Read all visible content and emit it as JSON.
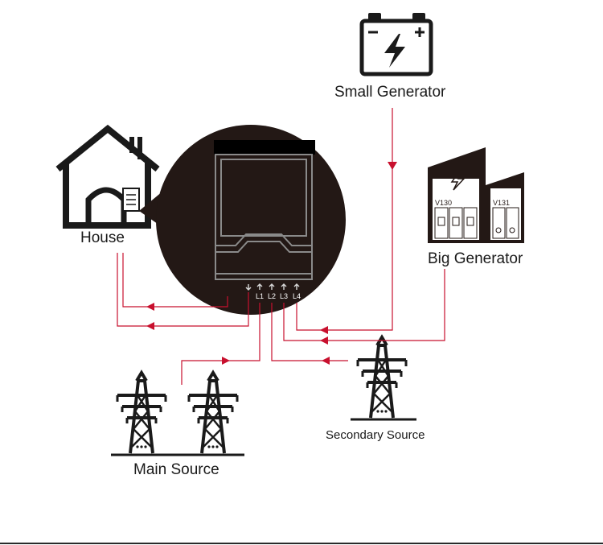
{
  "labels": {
    "small_generator": "Small Generator",
    "house": "House",
    "big_generator": "Big Generator",
    "main_source": "Main Source",
    "secondary_source": "Secondary Source"
  },
  "terminals": [
    "L1",
    "L2",
    "L3",
    "L4"
  ],
  "breakers": [
    "V130",
    "V131"
  ],
  "colors": {
    "wire": "#c8102e",
    "ink": "#1a1a1a",
    "device_bg": "#231815",
    "device_line": "#8a8a8a"
  },
  "icons": {
    "battery": "lightning-battery-icon",
    "house": "house-icon",
    "generator": "generator-building-icon",
    "tower": "transmission-tower-icon"
  }
}
